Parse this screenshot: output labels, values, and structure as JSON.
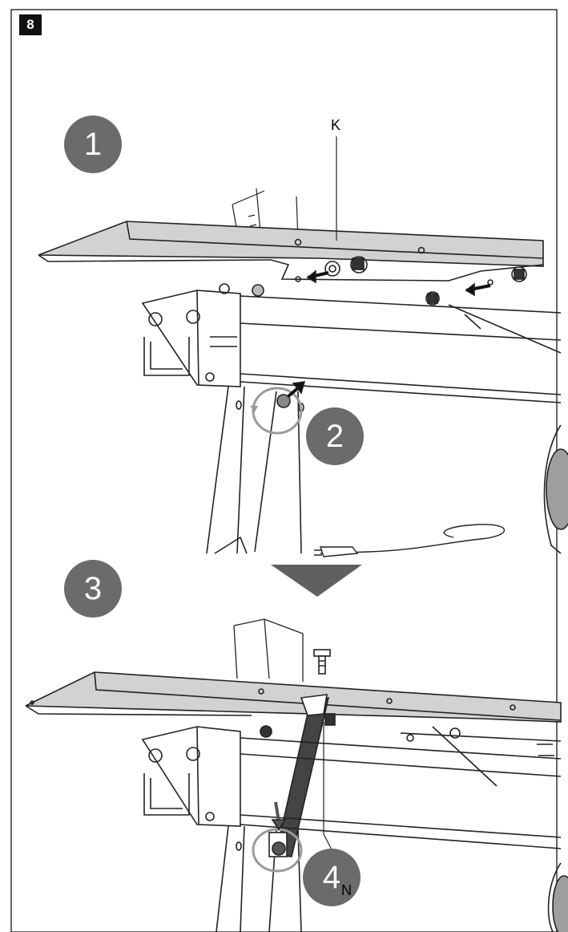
{
  "figure": {
    "number": "8"
  },
  "steps": [
    {
      "label": "1"
    },
    {
      "label": "2"
    },
    {
      "label": "3"
    },
    {
      "label": "4"
    }
  ],
  "callouts": [
    {
      "label": "K"
    },
    {
      "label": "N"
    }
  ],
  "colors": {
    "line": "#222222",
    "step_circle": "#6b6b6b",
    "arrow": "#606060",
    "shade": "#cfcfcf",
    "rotation_ring": "#9a9a9a"
  }
}
